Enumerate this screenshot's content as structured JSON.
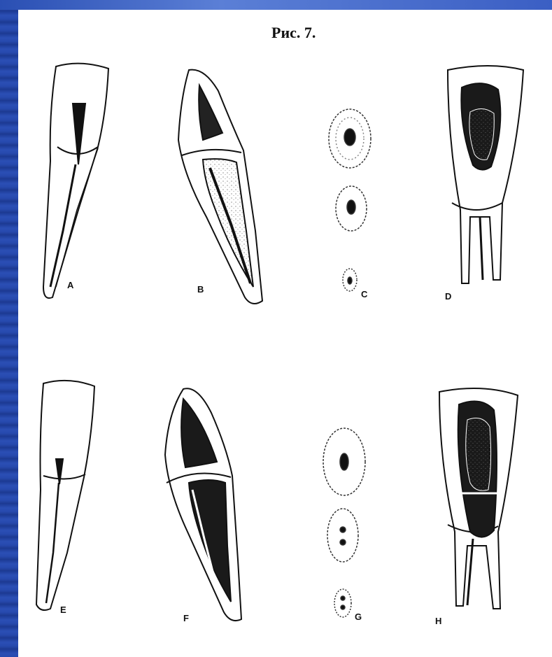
{
  "figure": {
    "title": "Рис. 7.",
    "panel_labels": [
      "A",
      "B",
      "C",
      "D",
      "E",
      "F",
      "G",
      "H"
    ]
  },
  "colors": {
    "slide_blue": "#2b4fb5",
    "ink": "#111111",
    "paper": "#ffffff"
  }
}
